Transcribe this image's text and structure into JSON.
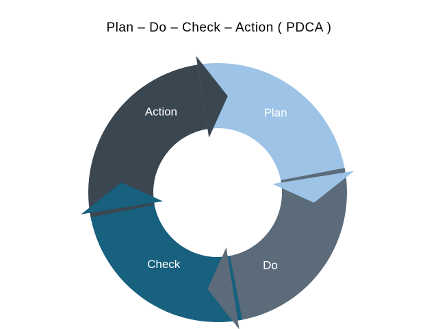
{
  "title": "Plan – Do – Check – Action ( PDCA )",
  "background_color": "#ffffff",
  "diagram": {
    "type": "cycle",
    "direction": "clockwise",
    "segments": [
      {
        "id": "plan",
        "label": "Plan",
        "color": "#9DC3E6",
        "label_color": "#FFFFFF"
      },
      {
        "id": "do",
        "label": "Do",
        "color": "#5B6B79",
        "label_color": "#FFFFFF"
      },
      {
        "id": "check",
        "label": "Check",
        "color": "#17607E",
        "label_color": "#FFFFFF"
      },
      {
        "id": "action",
        "label": "Action",
        "color": "#3A4650",
        "label_color": "#FFFFFF"
      }
    ]
  }
}
